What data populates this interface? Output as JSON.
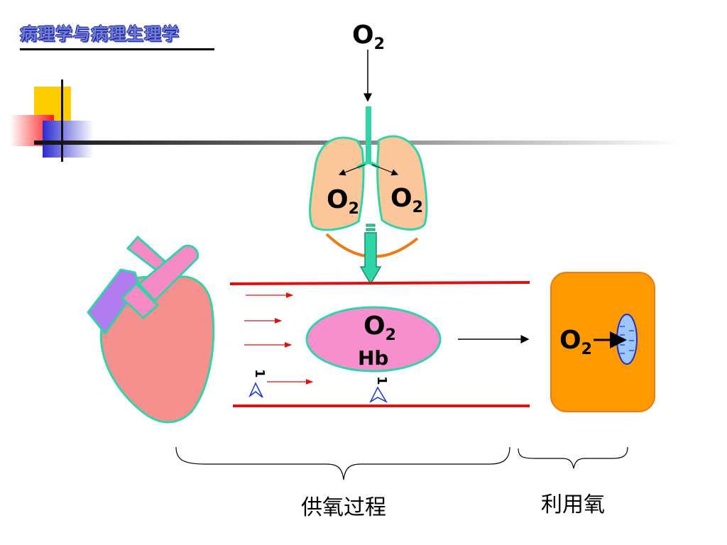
{
  "slide": {
    "title": "病理学与病理生理学"
  },
  "labels": {
    "top_o2": "O",
    "sub": "2",
    "left_lung_o2": "O",
    "right_lung_o2": "O",
    "rbc_o2": "O",
    "rbc_hb": "Hb",
    "cell_o2": "O"
  },
  "captions": {
    "supply": "供氧过程",
    "use": "利用氧"
  },
  "colors": {
    "lung_fill": "#fbc69a",
    "lung_stroke": "#2ed5a6",
    "vessel_line": "#e01010",
    "rbc_fill": "#f78fcf",
    "cell_fill": "#ff9900",
    "heart_fill": "#f5908e",
    "heart_stroke": "#2ed5a6"
  }
}
